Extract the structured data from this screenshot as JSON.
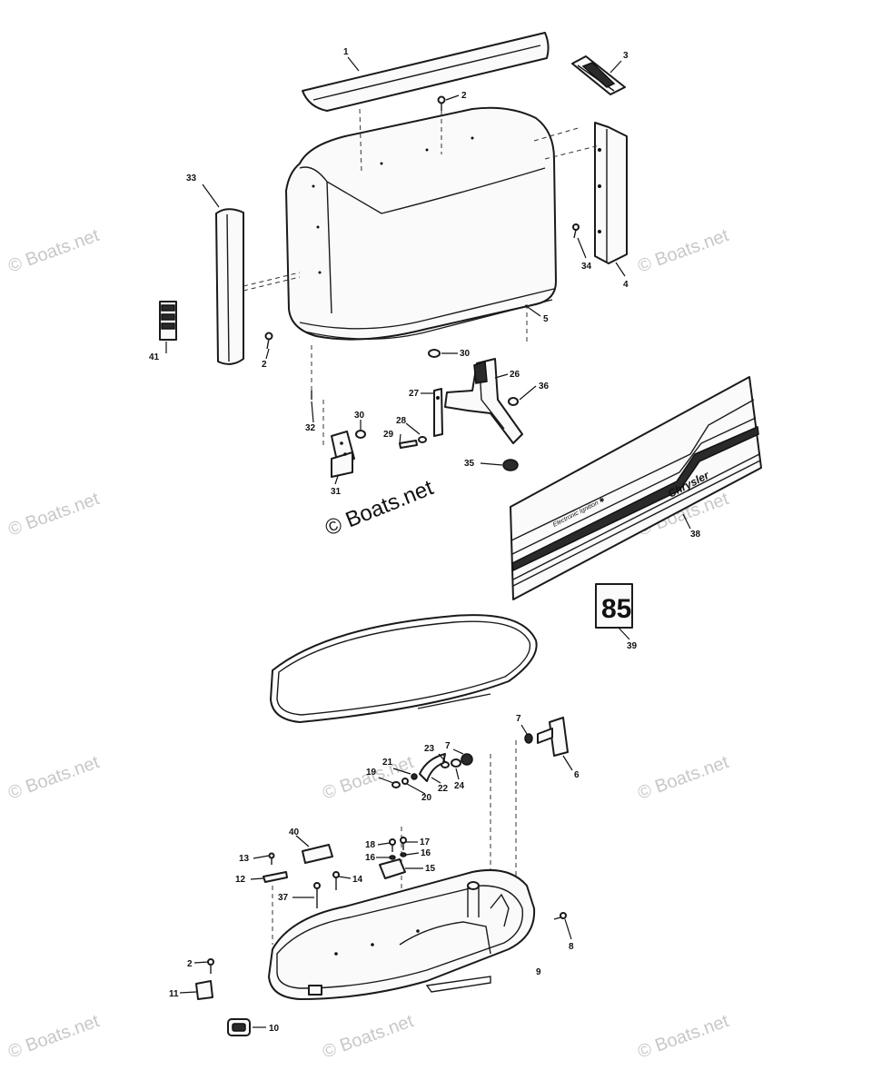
{
  "watermark": {
    "repeat_text": "© Boats.net",
    "center_text": "© Boats.net"
  },
  "decals": {
    "brand": "Chrysler",
    "ignition": "Electronic Ignition ✱",
    "model_number": "85"
  },
  "part_numbers": {
    "p1": "1",
    "p2a": "2",
    "p2b": "2",
    "p2c": "2",
    "p3": "3",
    "p4": "4",
    "p5": "5",
    "p6": "6",
    "p7a": "7",
    "p7b": "7",
    "p8": "8",
    "p9": "9",
    "p10": "10",
    "p11": "11",
    "p12": "12",
    "p13": "13",
    "p14": "14",
    "p15": "15",
    "p16a": "16",
    "p16b": "16",
    "p17": "17",
    "p18": "18",
    "p19": "19",
    "p20": "20",
    "p21": "21",
    "p22": "22",
    "p23": "23",
    "p24": "24",
    "p26": "26",
    "p27": "27",
    "p28": "28",
    "p29": "29",
    "p30a": "30",
    "p30b": "30",
    "p31": "31",
    "p32": "32",
    "p33": "33",
    "p34": "34",
    "p35": "35",
    "p36": "36",
    "p37": "37",
    "p38": "38",
    "p39": "39",
    "p40": "40",
    "p41": "41"
  }
}
